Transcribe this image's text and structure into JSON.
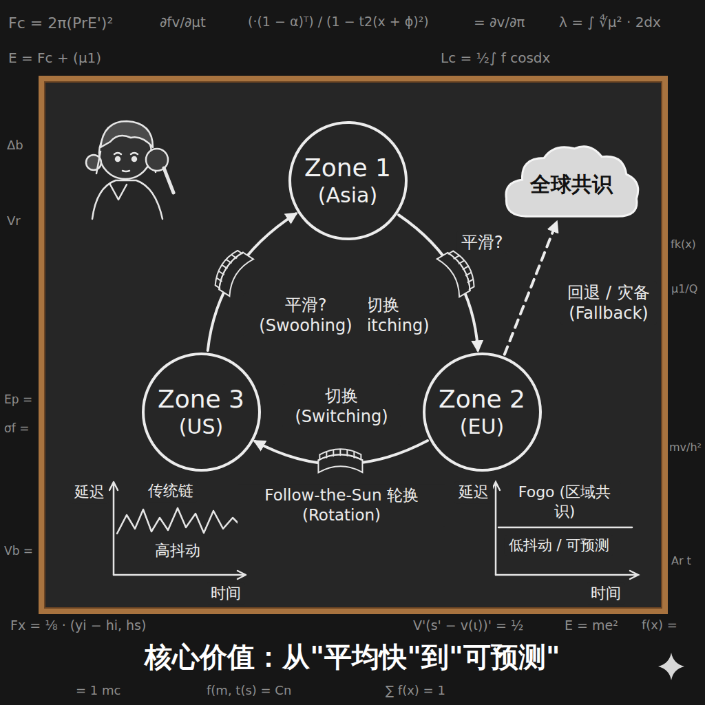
{
  "diagram": {
    "caption": "核心价值：从\"平均快\"到\"可预测\"",
    "nodes": [
      {
        "text": [
          "Zone 1",
          "(Asia)"
        ]
      },
      {
        "text": [
          "Zone 2",
          "(EU)"
        ]
      },
      {
        "text": [
          "Zone 3",
          "(US)"
        ]
      },
      {
        "text": [
          "全球共识"
        ]
      }
    ],
    "edges": [
      {
        "from": 0,
        "to": 1,
        "arrow": "to",
        "label": "切换 (Switching)"
      },
      {
        "from": 1,
        "to": 2,
        "arrow": "to",
        "label": "切换 (Switching)"
      },
      {
        "from": 2,
        "to": 0,
        "arrow": "to",
        "label": "平滑? (Swoohing)"
      },
      {
        "from": 1,
        "to": 3,
        "arrow": "to",
        "label": "回退 / 灾备 (Fallback)"
      }
    ],
    "labels": [
      "平滑?",
      "Follow-the-Sun 轮换 (Rotation)",
      "延迟",
      "传统链",
      "高抖动",
      "时间",
      "延迟",
      "Fogo (区域共识)",
      "低抖动 / 可预测",
      "时间",
      "Fc = 2π(PrE')²",
      "∂fv/∂μt",
      "(·(1 − α)ᵀ) / (1 − t2(x + ϕ)²)",
      "= ∂v/∂π",
      "Lc = ½∫ f cosdx",
      "λ = ∫ ∜μ² · 2dx",
      "E = Fc + (μ1)",
      "Δb",
      "Vr",
      "Ep =",
      "σf =",
      "Vb =",
      "fk(x)",
      "μ1/Q",
      "mv/h²",
      "Ar t",
      "Fx = ⅛ · (yi − hi, hs)",
      "V'(s' − v(ι))' = ½",
      "E = me²",
      "f(x) =",
      "= 1 mc",
      "f(m, t(s) = Cn",
      "∑ f(x) = 1"
    ]
  }
}
